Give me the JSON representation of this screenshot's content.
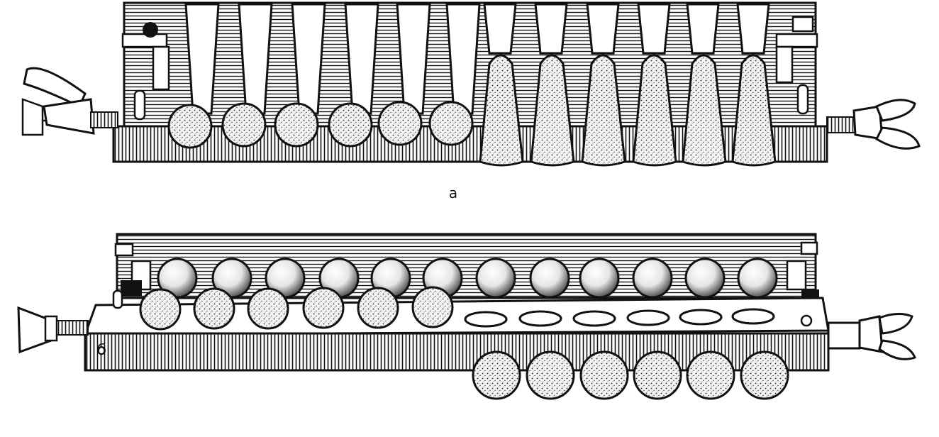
{
  "figure": {
    "panel_a_label": "a",
    "panel_b_label": "б",
    "panel_a": {
      "cylinders_in_mold": 6,
      "cones_removed": 6
    },
    "panel_b": {
      "spheres_top_row": 12,
      "spheres_second_row": 6,
      "empty_cavities": 6,
      "spheres_removed": 6
    }
  },
  "colors": {
    "ink": "#111111",
    "paper": "#ffffff",
    "speckle": "#f4f4f4"
  },
  "icons": [
    "wing-nut-icon",
    "clamp-screw-icon"
  ]
}
